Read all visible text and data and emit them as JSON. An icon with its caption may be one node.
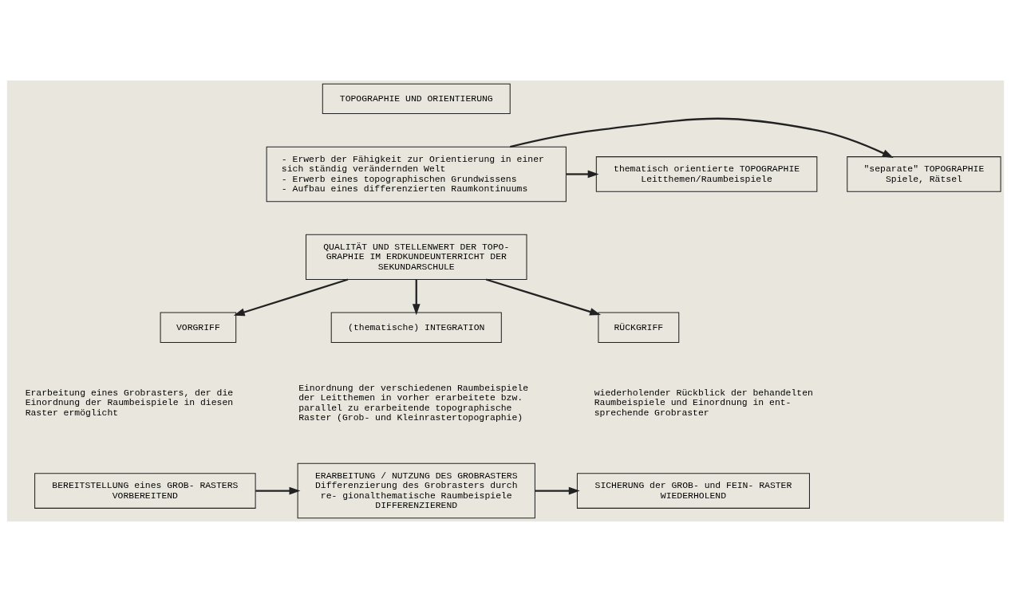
{
  "diagram": {
    "nodes": [
      {
        "text": [
          "TOPOGRAPHIE UND ORIENTIERUNG"
        ]
      },
      {
        "text": [
          "\"separate\" TOPOGRAPHIE",
          "Spiele, Rätsel"
        ]
      },
      {
        "text": [
          "- Erwerb der Fähigkeit zur Orientierung in einer sich ständig verändernden Welt",
          "- Erwerb eines topographischen Grundwissens",
          "- Aufbau eines differenzierten Raumkontinuums"
        ]
      },
      {
        "text": [
          "thematisch orientierte TOPOGRAPHIE",
          "Leitthemen/Raumbeispiele"
        ]
      },
      {
        "text": [
          "QUALITÄT UND STELLENWERT DER TOPO- GRAPHIE IM ERDKUNDEUNTERRICHT DER SEKUNDARSCHULE"
        ]
      },
      {
        "text": [
          "VORGRIFF"
        ]
      },
      {
        "text": [
          "(thematische) INTEGRATION"
        ]
      },
      {
        "text": [
          "RÜCKGRIFF"
        ]
      },
      {
        "text": [
          "BEREITSTELLUNG eines GROB- RASTERS",
          "VORBEREITEND"
        ]
      },
      {
        "text": [
          "ERARBEITUNG / NUTZUNG DES GROBRASTERS",
          "Differenzierung des Grobrasters durch re- gionalthematische Raumbeispiele",
          "DIFFERENZIEREND"
        ]
      },
      {
        "text": [
          "SICHERUNG der GROB- und FEIN- RASTER",
          "WIEDERHOLEND"
        ]
      }
    ],
    "edges": [
      {
        "from": 2,
        "to": 1,
        "arrow": "to"
      },
      {
        "from": 2,
        "to": 3,
        "arrow": "to"
      },
      {
        "from": 4,
        "to": 5,
        "arrow": "to"
      },
      {
        "from": 4,
        "to": 6,
        "arrow": "to"
      },
      {
        "from": 4,
        "to": 7,
        "arrow": "to"
      },
      {
        "from": 8,
        "to": 9,
        "arrow": "to"
      },
      {
        "from": 9,
        "to": 10,
        "arrow": "to"
      }
    ],
    "labels": [
      "Erarbeitung eines Grobrasters, der die Einordnung der Raumbeispiele in diesen Raster ermöglicht",
      "Einordnung der verschiedenen Raumbeispiele der Leitthemen in vorher erarbeitete bzw. parallel zu erarbeitende topographische Raster (Grob- und Kleinrastertopographie)",
      "wiederholender Rückblick der behandelten Raumbeispiele und Einordnung in ent- sprechende Grobraster"
    ]
  }
}
